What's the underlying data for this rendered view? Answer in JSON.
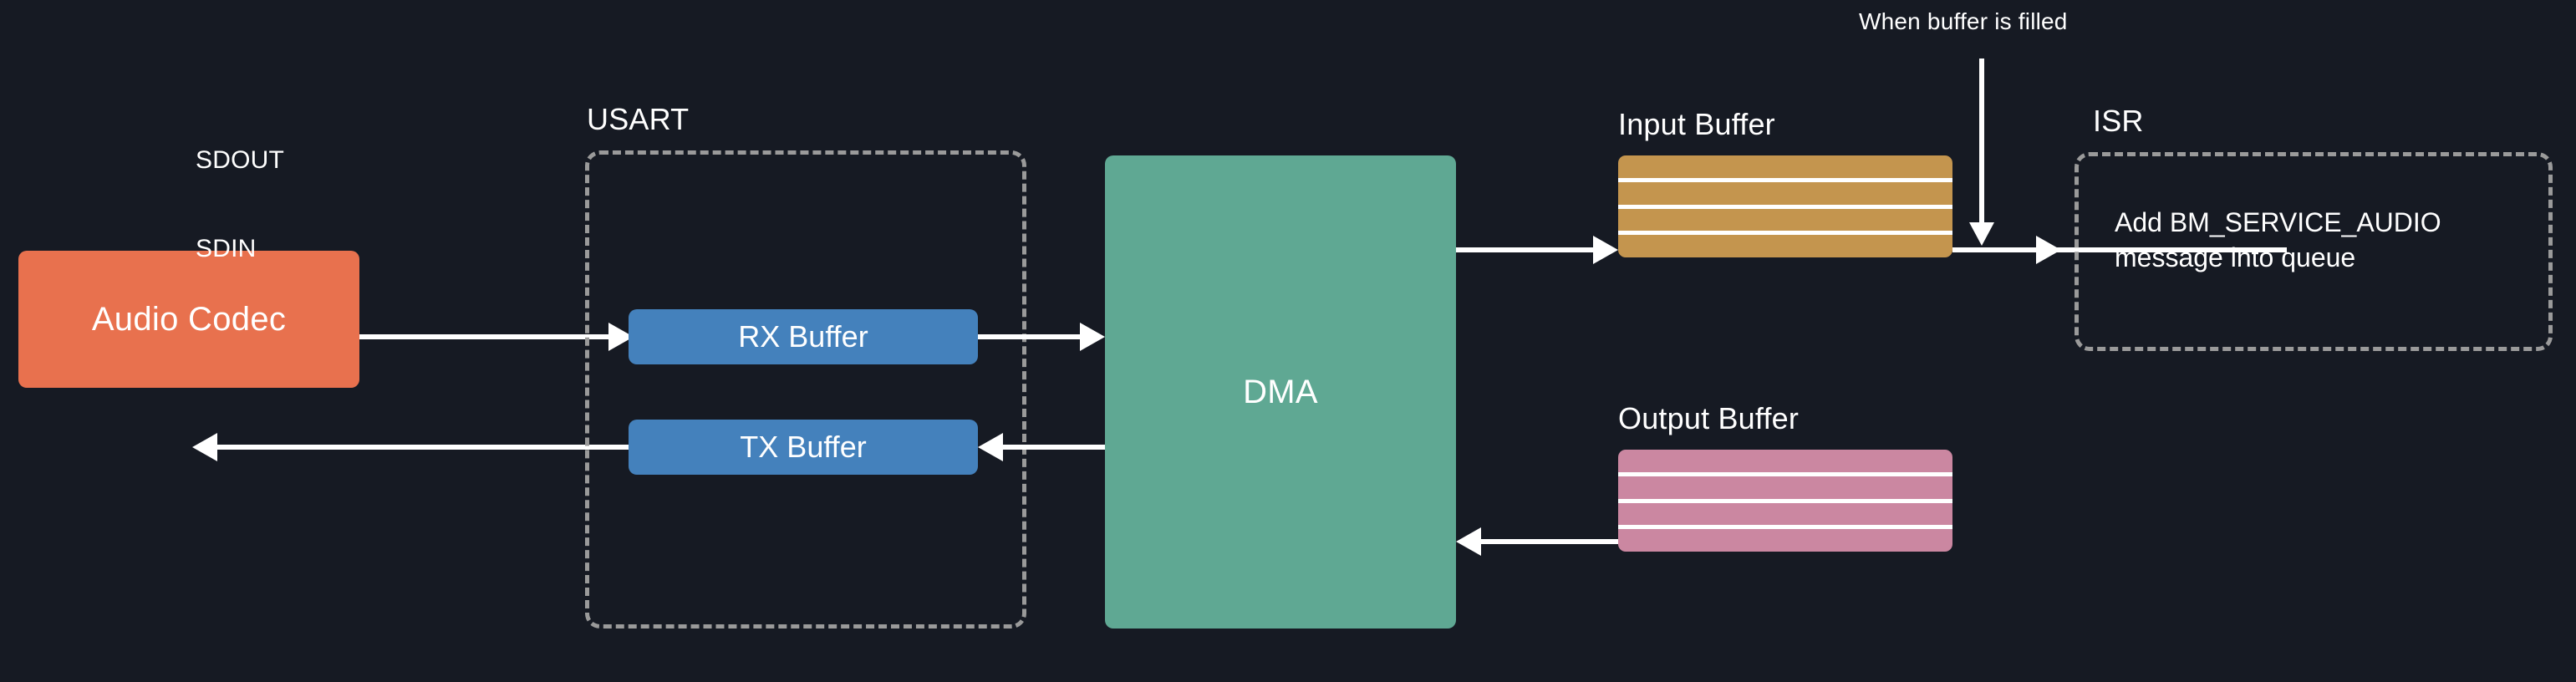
{
  "diagram": {
    "title": "Audio Codec USART DMA data flow",
    "background_color": "#161a23"
  },
  "blocks": {
    "audio_codec": {
      "label": "Audio Codec",
      "color": "#e8714e"
    },
    "rx_buffer": {
      "label": "RX Buffer",
      "color": "#4481bc"
    },
    "tx_buffer": {
      "label": "TX Buffer",
      "color": "#4481bc"
    },
    "dma": {
      "label": "DMA",
      "color": "#5fa893"
    }
  },
  "groups": {
    "usart": {
      "label": "USART",
      "border_color": "#9a9a9a",
      "border_style": "dashed"
    },
    "isr": {
      "label": "ISR",
      "border_color": "#9a9a9a",
      "border_style": "dashed",
      "body_line_1": "Add BM_SERVICE_AUDIO",
      "body_line_2": "message into queue"
    }
  },
  "buffers": {
    "input": {
      "label": "Input Buffer",
      "color": "#c4954e",
      "slots": 4
    },
    "output": {
      "label": "Output Buffer",
      "color": "#cb87a1",
      "slots": 4
    }
  },
  "signals": {
    "sdout": "SDOUT",
    "sdin": "SDIN"
  },
  "annotations": {
    "buffer_filled": "When buffer is filled"
  }
}
